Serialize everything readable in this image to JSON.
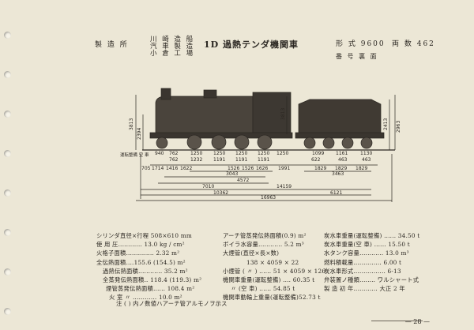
{
  "header": {
    "maker_label": "製 造 所",
    "makers": [
      "川 崎 造 船",
      "汽 車 製 造",
      "小 倉 工 場"
    ],
    "title": "1D 過熱テンダ機関車",
    "form_label": "形 式 9600",
    "count_label": "両 数 462",
    "note": "番 号 裏 面"
  },
  "diagram": {
    "vertical_dims": [
      "3813",
      "2394",
      "3813",
      "2413",
      "2963"
    ],
    "top_dims": [
      "940",
      "762",
      "1250",
      "1250",
      "1250",
      "1250",
      "1250",
      "1099",
      "1161",
      "1130"
    ],
    "second_dims": [
      "762",
      "1232",
      "1191",
      "1191",
      "1191",
      "622",
      "463",
      "463"
    ],
    "dims_row3": [
      "705",
      "1714",
      "1416",
      "1622",
      "1526",
      "1526",
      "1626",
      "1991",
      "1829",
      "1829",
      "1829"
    ],
    "dims_row4": [
      "3043",
      "3463"
    ],
    "dims_row5": [
      "4572",
      "7010",
      "10362",
      "14159",
      "6121",
      "16963"
    ],
    "side_label": "運転整備 空 車"
  },
  "specs": {
    "col1": [
      "シリンダ直径×行程 508×610 mm",
      "使 用 圧‥‥‥‥‥‥ 13.0 kg / cm²",
      "火格子面積‥‥‥‥‥‥‥ 2.32 m²",
      "全伝熱面積‥‥155.6 (154.5) m²",
      "過熱伝熱面積‥‥‥‥‥‥ 35.2 m²",
      "全蒸発伝熱面積‥ 118.4 (119.3) m²",
      "煙管蒸発伝熱面積‥‥‥ 108.4 m²",
      "火 室 〃 ‥‥‥‥‥‥ 10.0 m²"
    ],
    "col2": [
      "アーチ管蒸発伝熱面積(0.9) m²",
      "ボイラ水容量‥‥‥‥‥‥ 5.2 m³",
      "大煙管(直径×長×数)",
      "138 × 4059 × 22",
      "小煙管 ( 〃 ) ‥‥‥ 51 × 4059 × 126",
      "機関車重量(運転整備) ‥‥ 60.35 t",
      "〃 (空 車) ‥‥‥ 54.85 t",
      "機関車動輪上重量(運転整備)52.73 t"
    ],
    "col3": [
      "炭水車重量(運転整備) ‥‥‥ 34.50 t",
      "炭水車重量(空 車) ‥‥‥ 15.50 t",
      "水タンク容量‥‥‥‥‥‥ 13.0 m³",
      "燃料積載量‥‥‥‥‥‥‥ 6.00 t",
      "炭水車形式‥‥‥‥‥‥‥‥ 6-13",
      "弁装置ノ種類‥‥‥‥ ワルシャート式",
      "製 造 初 年‥‥‥‥‥‥ 大正 2 年"
    ],
    "note": "注 ( ) 内ノ数値ハアーチ管アルモノヲ示ス"
  },
  "footer": {
    "page": "— 28 —"
  }
}
